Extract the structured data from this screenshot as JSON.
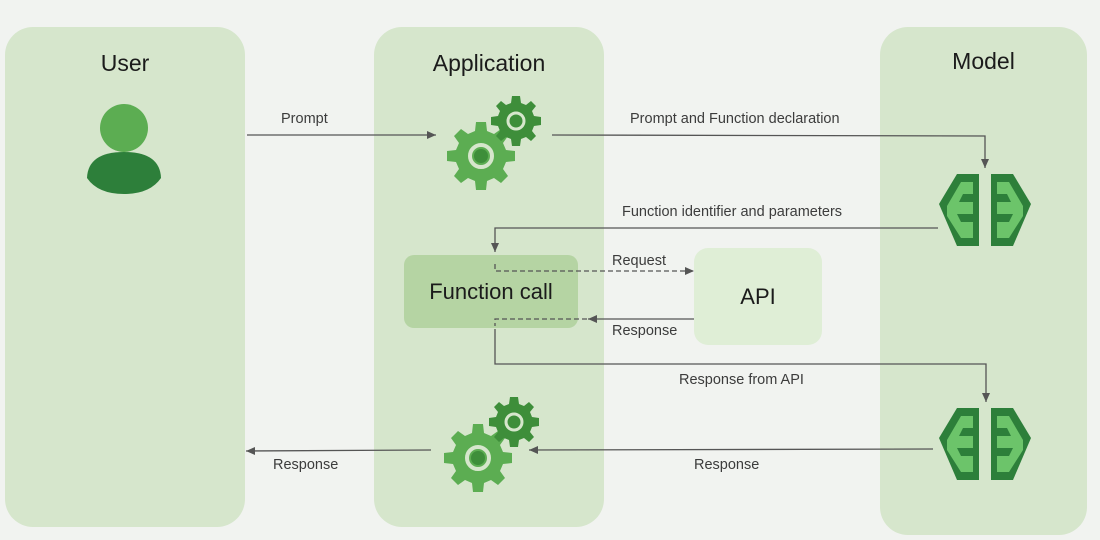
{
  "lanes": {
    "user": "User",
    "application": "Application",
    "model": "Model"
  },
  "boxes": {
    "function_call": "Function call",
    "api": "API"
  },
  "labels": {
    "prompt": "Prompt",
    "prompt_and_declaration": "Prompt and Function declaration",
    "function_identifier": "Function identifier and parameters",
    "request": "Request",
    "api_response": "Response",
    "response_from_api": "Response from API",
    "model_response": "Response",
    "user_response": "Response"
  },
  "icons": {
    "user": "user-icon",
    "gears": "gears-icon",
    "brain": "brain-icon"
  },
  "colors": {
    "lane_bg": "#d6e6cc",
    "function_call_bg": "#b5d4a3",
    "gear_dark": "#3e8e3a",
    "gear_light": "#5cad52",
    "brain_dark": "#2d7f3a",
    "brain_light": "#5cb85c",
    "arrow": "#555555"
  }
}
